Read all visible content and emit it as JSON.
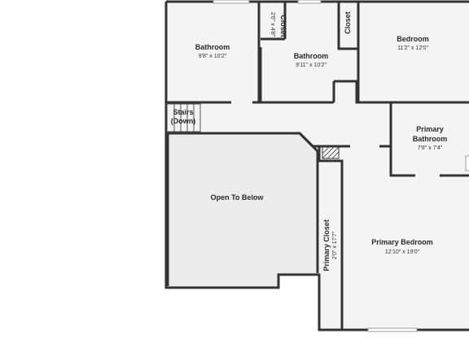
{
  "colors": {
    "wall": "#333333",
    "floor": "#f4f4f4",
    "open_area": "#ececec",
    "text": "#2a2a2a"
  },
  "rooms": {
    "bathroom_1": {
      "name": "Bathroom",
      "dims": "9'8\" x 10'2\""
    },
    "closet_1": {
      "name": "Closet",
      "dims": "2'6\" x 4'8\""
    },
    "bathroom_2": {
      "name": "Bathroom",
      "dims": "9'11\" x 10'2\""
    },
    "closet_2": {
      "name": "Closet"
    },
    "bedroom": {
      "name": "Bedroom",
      "dims": "11'2\" x 12'0\""
    },
    "stairs": {
      "line1": "Stairs",
      "line2": "(Down)"
    },
    "primary_bathroom": {
      "line1": "Primary",
      "line2": "Bathroom",
      "dims": "7'8\" x 7'4\""
    },
    "open_to_below": {
      "name": "Open To Below"
    },
    "primary_closet": {
      "name": "Primary Closet",
      "dims": "2'0\" x 17'7\""
    },
    "primary_bedroom": {
      "name": "Primary Bedroom",
      "dims": "12'10\" x 19'0\""
    }
  }
}
